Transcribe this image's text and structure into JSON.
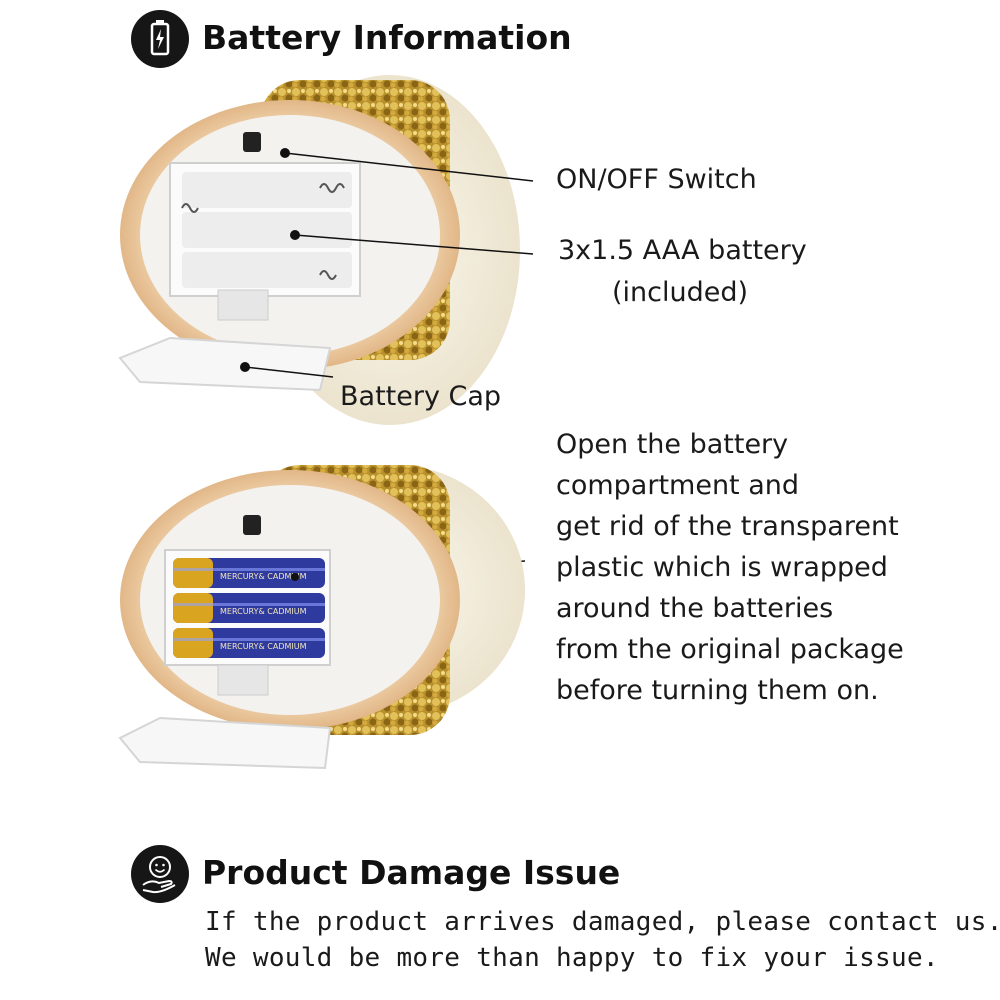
{
  "battery_section": {
    "title": "Battery Information",
    "icon": "battery-icon"
  },
  "labels": {
    "switch": "ON/OFF Switch",
    "battery_line1": "3x1.5 AAA battery",
    "battery_line2": "(included)",
    "cap": "Battery Cap"
  },
  "instruction": {
    "lines": [
      "Open the battery",
      "compartment and",
      "get rid of the transparent",
      "plastic which is wrapped",
      "around the batteries",
      "from the original package",
      "before turning them on."
    ]
  },
  "battery_print": "MERCURY& CADMIUM",
  "damage_section": {
    "title": "Product Damage Issue",
    "icon": "smile-hand-icon",
    "lines": [
      "If the product arrives damaged, please contact us.",
      "We would be more than happy to fix your issue."
    ]
  },
  "colors": {
    "sequin_gold": "#c9a13a",
    "candle_cream": "#efe7d2",
    "battery_blue": "#2f3a9e",
    "battery_gold": "#d9a520"
  }
}
